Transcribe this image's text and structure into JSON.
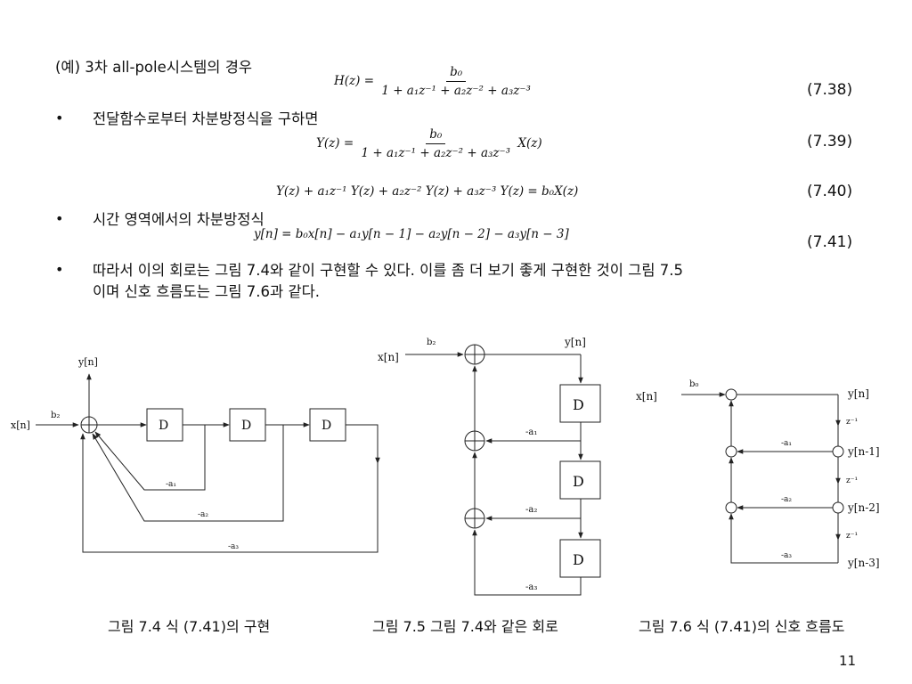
{
  "intro_label": "(예) 3차 all-pole시스템의 경우",
  "bullets": [
    "전달함수로부터 차분방정식을 구하면",
    "시간 영역에서의 차분방정식",
    "따라서 이의 회로는 그림 7.4와 같이 구현할 수 있다. 이를 좀 더 보기 좋게 구현한 것이 그림 7.5",
    "이며 신호 흐름도는 그림 7.6과 같다."
  ],
  "bullet_symbol": "•",
  "equations": {
    "eq738": {
      "lhs": "H(z) =",
      "num": "b₀",
      "den": "1 + a₁z⁻¹ + a₂z⁻² + a₃z⁻³",
      "number": "(7.38)"
    },
    "eq739": {
      "lhs": "Y(z) =",
      "num": "b₀",
      "den": "1 + a₁z⁻¹ + a₂z⁻² + a₃z⁻³",
      "rhs": "X(z)",
      "number": "(7.39)"
    },
    "eq740": {
      "body": "Y(z) + a₁z⁻¹ Y(z) + a₂z⁻² Y(z) + a₃z⁻³ Y(z) = b₀X(z)",
      "number": "(7.40)"
    },
    "eq741": {
      "body": "y[n] = b₀x[n] − a₁y[n − 1] − a₂y[n − 2] − a₃y[n − 3]",
      "number": "(7.41)"
    }
  },
  "fig74": {
    "x_label": "x[n]",
    "y_label": "y[n]",
    "gain_b0": "b₂",
    "delay": "D",
    "a1": "-a₁",
    "a2": "-a₂",
    "a3": "-a₃"
  },
  "fig75": {
    "x_label": "x[n]",
    "y_label": "y[n]",
    "gain_b0": "b₂",
    "delay": "D",
    "a1": "-a₁",
    "a2": "-a₂",
    "a3": "-a₃"
  },
  "fig76": {
    "x_label": "x[n]",
    "gain_b0": "b₀",
    "y0": "y[n]",
    "y1": "y[n-1]",
    "y2": "y[n-2]",
    "y3": "y[n-3]",
    "z_inv": "z⁻¹",
    "a1": "-a₁",
    "a2": "-a₂",
    "a3": "-a₃"
  },
  "captions": {
    "fig74": "그림 7.4  식 (7.41)의 구현",
    "fig75": "그림 7.5  그림 7.4와 같은 회로",
    "fig76": "그림 7.6  식 (7.41)의 신호 흐름도"
  },
  "page_number": "11"
}
